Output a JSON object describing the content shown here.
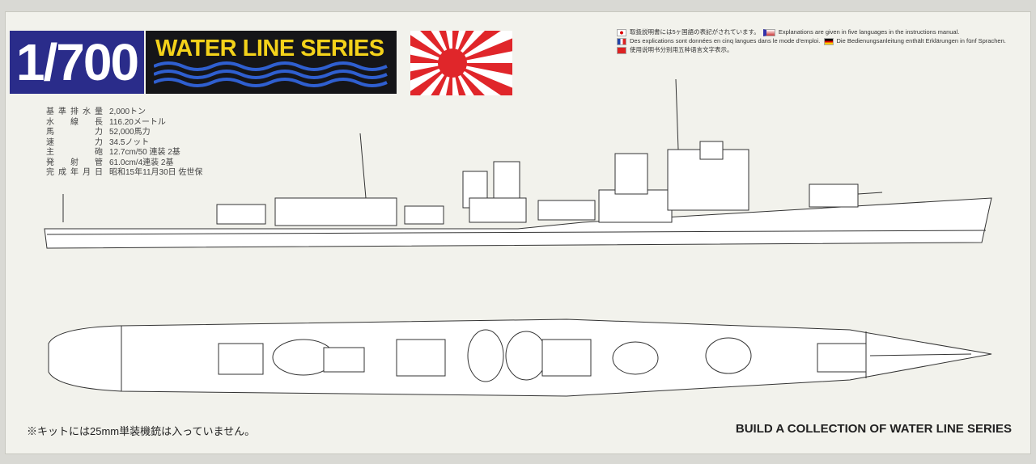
{
  "logo": {
    "scale": "1/700",
    "series": "WATER LINE SERIES"
  },
  "specs": [
    {
      "k": "基準排水量",
      "v": "2,000トン"
    },
    {
      "k": "水線長",
      "v": "116.20メートル"
    },
    {
      "k": "馬力",
      "v": "52,000馬力"
    },
    {
      "k": "速力",
      "v": "34.5ノット"
    },
    {
      "k": "主砲",
      "v": "12.7cm/50 連装 2基"
    },
    {
      "k": "発射管",
      "v": "61.0cm/4連装 2基"
    },
    {
      "k": "完成年月日",
      "v": "昭和15年11月30日 佐世保"
    }
  ],
  "languages": {
    "ja": "取扱説明書には5ヶ国語の表記がされています。",
    "en": "Explanations are given in five languages in the instructions manual.",
    "fr": "Des explications sont données en cinq langues dans le mode d'emploi.",
    "de": "Die Bedienungsanleitung enthält Erklärungen in fünf Sprachen.",
    "zh": "使用说明书分别用五种语言文字表示。"
  },
  "footer": {
    "note": "※キットには25mm単装機銃は入っていません。",
    "build": "BUILD A COLLECTION OF WATER LINE SERIES"
  },
  "colors": {
    "navy": "#2a2c8a",
    "yellow": "#f3d21a",
    "red": "#e0262a"
  }
}
